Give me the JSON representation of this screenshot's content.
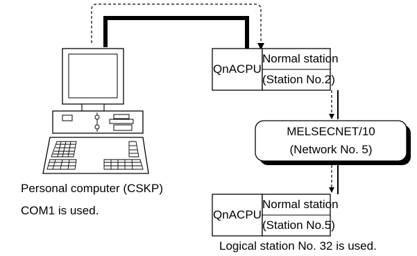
{
  "pc": {
    "caption": "Personal computer (CSKP)",
    "port": "COM1 is used."
  },
  "station_top": {
    "cpu": "QnACPU",
    "type": "Normal station",
    "station": "(Station No.2)"
  },
  "network": {
    "name": "MELSECNET/10",
    "number": "(Network No. 5)"
  },
  "station_bottom": {
    "cpu": "QnACPU",
    "type": "Normal station",
    "station": "(Station No.5)",
    "note": "Logical station No. 32 is used."
  },
  "colors": {
    "line": "#000000",
    "background": "#ffffff"
  }
}
